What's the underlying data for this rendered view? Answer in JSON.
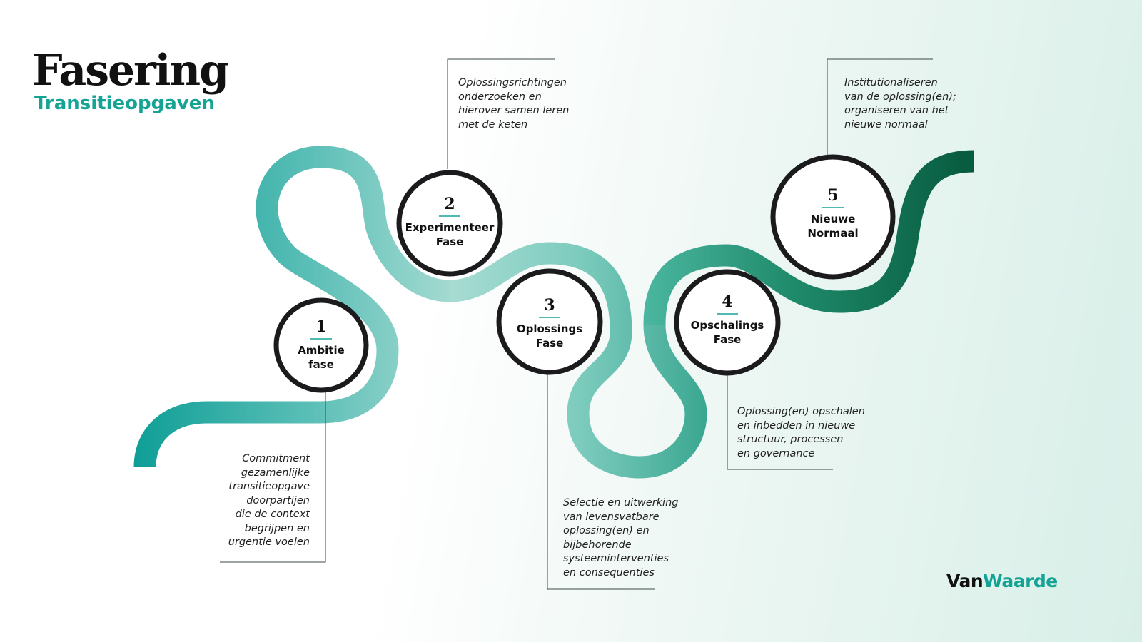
{
  "header": {
    "title": "Fasering",
    "subtitle": "Transitieopgaven"
  },
  "colors": {
    "accent": "#14a395",
    "dark_green": "#075a3e",
    "ring": "#1b1b1d"
  },
  "phases": [
    {
      "number": "1",
      "label_lines": [
        "Ambitie",
        "fase"
      ],
      "description": [
        "Commitment",
        "gezamenlijke",
        "transitieopgave",
        "doorpartijen",
        "die de context",
        "begrijpen en",
        "urgentie voelen"
      ]
    },
    {
      "number": "2",
      "label_lines": [
        "Experimenteer",
        "Fase"
      ],
      "description": [
        "Oplossingsrichtingen",
        "onderzoeken en",
        "hierover samen leren",
        "met de keten"
      ]
    },
    {
      "number": "3",
      "label_lines": [
        "Oplossings",
        "Fase"
      ],
      "description": [
        "Selectie en uitwerking",
        "van levensvatbare",
        "oplossing(en) en",
        "bijbehorende",
        "systeeminterventies",
        "en consequenties"
      ]
    },
    {
      "number": "4",
      "label_lines": [
        "Opschalings",
        "Fase"
      ],
      "description": [
        "Oplossing(en) opschalen",
        "en inbedden in nieuwe",
        "structuur, processen",
        "en governance"
      ]
    },
    {
      "number": "5",
      "label_lines": [
        "Nieuwe",
        "Normaal"
      ],
      "description": [
        "Institutionaliseren",
        "van de oplossing(en);",
        "organiseren van het",
        "nieuwe normaal"
      ]
    }
  ],
  "logo": {
    "part1": "Van",
    "part2": "Waarde"
  }
}
